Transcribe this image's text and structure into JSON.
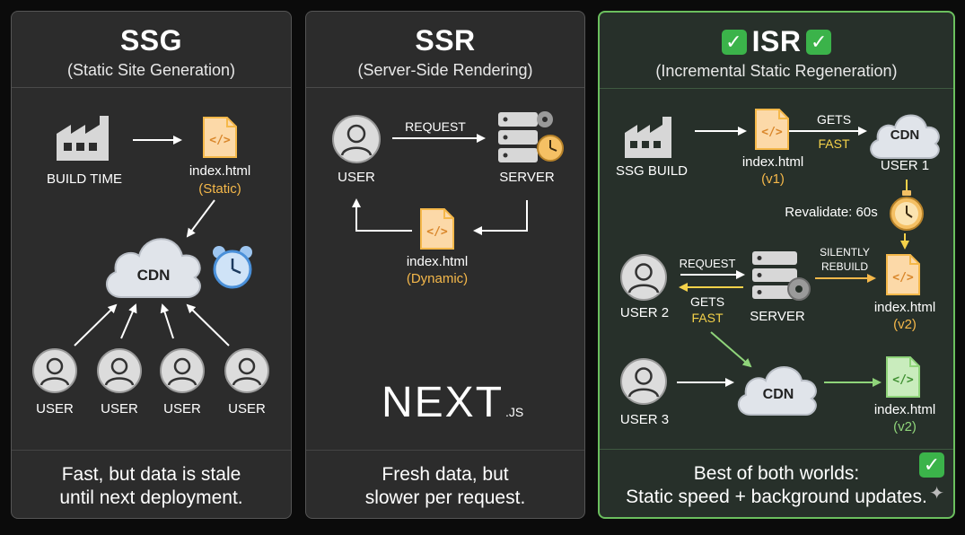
{
  "panels": {
    "ssg": {
      "title": "SSG",
      "subtitle": "(Static Site Generation)",
      "build_label": "BUILD TIME",
      "file_label": "index.html",
      "file_tag": "(Static)",
      "cdn_label": "CDN",
      "user_labels": [
        "USER",
        "USER",
        "USER",
        "USER"
      ],
      "footer_line1": "Fast, but data is stale",
      "footer_line2": "until next deployment."
    },
    "ssr": {
      "title": "SSR",
      "subtitle": "(Server-Side Rendering)",
      "user_label": "USER",
      "request_label": "REQUEST",
      "server_label": "SERVER",
      "file_label": "index.html",
      "file_tag": "(Dynamic)",
      "logo_text": "NEXT",
      "logo_suffix": ".JS",
      "footer_line1": "Fresh data, but",
      "footer_line2": "slower per request."
    },
    "isr": {
      "title": "ISR",
      "subtitle": "(Incremental Static Regeneration)",
      "build_label": "SSG BUILD",
      "file_v1_label": "index.html",
      "file_v1_tag": "(v1)",
      "gets_label": "GETS",
      "fast_label": "FAST",
      "cdn_label": "CDN",
      "user1_label": "USER 1",
      "revalidate_label": "Revalidate: 60s",
      "user2_label": "USER 2",
      "request_label": "REQUEST",
      "server_label": "SERVER",
      "gets2_label": "GETS",
      "fast2_label": "FAST",
      "silently_label": "SILENTLY",
      "rebuild_label": "REBUILD",
      "file_v2_label": "index.html",
      "file_v2_tag": "(v2)",
      "user3_label": "USER 3",
      "cdn2_label": "CDN",
      "file_v2b_label": "index.html",
      "file_v2b_tag": "(v2)",
      "footer_line1": "Best of both worlds:",
      "footer_line2": "Static speed + background updates."
    }
  },
  "icons": {
    "check": "✓",
    "sparkle": "✦"
  },
  "colors": {
    "accent_green": "#6bbf5e",
    "file_orange": "#f5b84a",
    "file_green": "#8fd47a",
    "arrow_yellow": "#f5d24a"
  }
}
